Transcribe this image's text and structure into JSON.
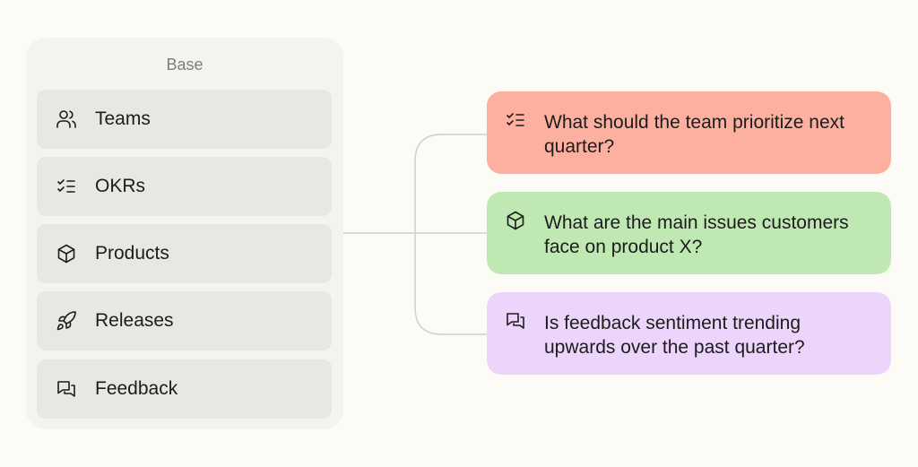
{
  "base": {
    "title": "Base",
    "items": [
      {
        "label": "Teams",
        "icon": "users-icon"
      },
      {
        "label": "OKRs",
        "icon": "checklist-icon"
      },
      {
        "label": "Products",
        "icon": "box-icon"
      },
      {
        "label": "Releases",
        "icon": "rocket-icon"
      },
      {
        "label": "Feedback",
        "icon": "chat-bubbles-icon"
      }
    ]
  },
  "questions": [
    {
      "text": "What should the team prioritize next quarter?",
      "icon": "checklist-icon",
      "color": "#fdb0a0"
    },
    {
      "text": "What are the main issues customers face on product X?",
      "icon": "box-icon",
      "color": "#c0e8b2"
    },
    {
      "text": "Is feedback sentiment trending upwards over the past quarter?",
      "icon": "chat-bubbles-icon",
      "color": "#ecd4fb"
    }
  ],
  "colors": {
    "background": "#fcfbf6",
    "panel": "#f4f3ef",
    "item": "#e8e7e3",
    "connector": "#cfcfcc"
  }
}
